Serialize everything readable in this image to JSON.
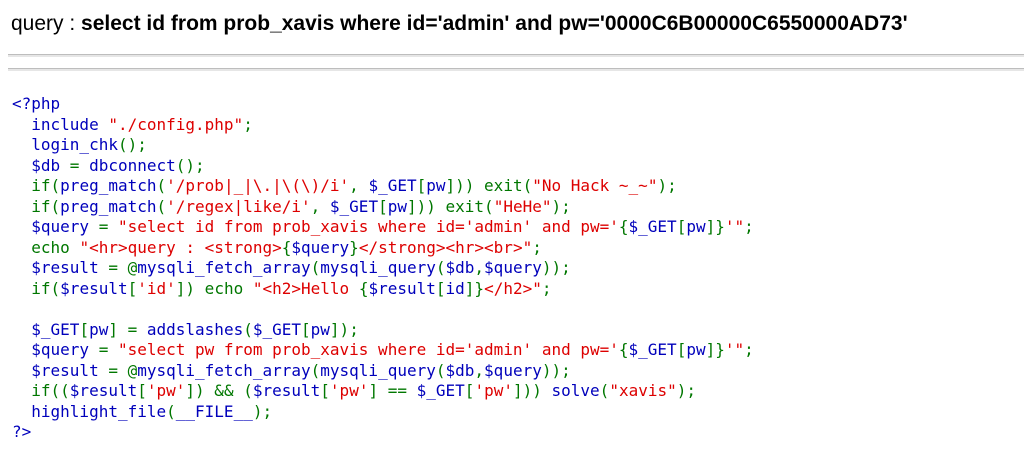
{
  "query_label": "query : ",
  "query_sql": "select id from prob_xavis where id='admin' and pw='0000C6B00000C6550000AD73'",
  "code_lines": [
    [
      {
        "c": "d",
        "t": "<?php"
      }
    ],
    [
      {
        "c": "d",
        "t": "  include "
      },
      {
        "c": "s",
        "t": "\"./config.php\""
      },
      {
        "c": "k",
        "t": ";"
      }
    ],
    [
      {
        "c": "d",
        "t": "  login_chk"
      },
      {
        "c": "k",
        "t": "();"
      }
    ],
    [
      {
        "c": "d",
        "t": "  $db "
      },
      {
        "c": "k",
        "t": "= "
      },
      {
        "c": "d",
        "t": "dbconnect"
      },
      {
        "c": "k",
        "t": "();"
      }
    ],
    [
      {
        "c": "k",
        "t": "  if("
      },
      {
        "c": "d",
        "t": "preg_match"
      },
      {
        "c": "k",
        "t": "("
      },
      {
        "c": "s",
        "t": "'/prob|_|\\.|\\(\\)/i'"
      },
      {
        "c": "k",
        "t": ", "
      },
      {
        "c": "d",
        "t": "$_GET"
      },
      {
        "c": "k",
        "t": "["
      },
      {
        "c": "d",
        "t": "pw"
      },
      {
        "c": "k",
        "t": "])) exit("
      },
      {
        "c": "s",
        "t": "\"No Hack ~_~\""
      },
      {
        "c": "k",
        "t": ");"
      }
    ],
    [
      {
        "c": "k",
        "t": "  if("
      },
      {
        "c": "d",
        "t": "preg_match"
      },
      {
        "c": "k",
        "t": "("
      },
      {
        "c": "s",
        "t": "'/regex|like/i'"
      },
      {
        "c": "k",
        "t": ", "
      },
      {
        "c": "d",
        "t": "$_GET"
      },
      {
        "c": "k",
        "t": "["
      },
      {
        "c": "d",
        "t": "pw"
      },
      {
        "c": "k",
        "t": "])) exit("
      },
      {
        "c": "s",
        "t": "\"HeHe\""
      },
      {
        "c": "k",
        "t": ");"
      }
    ],
    [
      {
        "c": "d",
        "t": "  $query "
      },
      {
        "c": "k",
        "t": "= "
      },
      {
        "c": "s",
        "t": "\"select id from prob_xavis where id='admin' and pw='"
      },
      {
        "c": "k",
        "t": "{"
      },
      {
        "c": "d",
        "t": "$_GET"
      },
      {
        "c": "k",
        "t": "["
      },
      {
        "c": "d",
        "t": "pw"
      },
      {
        "c": "k",
        "t": "]}"
      },
      {
        "c": "s",
        "t": "'\""
      },
      {
        "c": "k",
        "t": ";"
      }
    ],
    [
      {
        "c": "k",
        "t": "  echo "
      },
      {
        "c": "s",
        "t": "\"<hr>query : <strong>"
      },
      {
        "c": "k",
        "t": "{"
      },
      {
        "c": "d",
        "t": "$query"
      },
      {
        "c": "k",
        "t": "}"
      },
      {
        "c": "s",
        "t": "</strong><hr><br>\""
      },
      {
        "c": "k",
        "t": ";"
      }
    ],
    [
      {
        "c": "d",
        "t": "  $result "
      },
      {
        "c": "k",
        "t": "= @"
      },
      {
        "c": "d",
        "t": "mysqli_fetch_array"
      },
      {
        "c": "k",
        "t": "("
      },
      {
        "c": "d",
        "t": "mysqli_query"
      },
      {
        "c": "k",
        "t": "("
      },
      {
        "c": "d",
        "t": "$db"
      },
      {
        "c": "k",
        "t": ","
      },
      {
        "c": "d",
        "t": "$query"
      },
      {
        "c": "k",
        "t": "));"
      }
    ],
    [
      {
        "c": "k",
        "t": "  if("
      },
      {
        "c": "d",
        "t": "$result"
      },
      {
        "c": "k",
        "t": "["
      },
      {
        "c": "s",
        "t": "'id'"
      },
      {
        "c": "k",
        "t": "]) echo "
      },
      {
        "c": "s",
        "t": "\"<h2>Hello "
      },
      {
        "c": "k",
        "t": "{"
      },
      {
        "c": "d",
        "t": "$result"
      },
      {
        "c": "k",
        "t": "["
      },
      {
        "c": "d",
        "t": "id"
      },
      {
        "c": "k",
        "t": "]}"
      },
      {
        "c": "s",
        "t": "</h2>\""
      },
      {
        "c": "k",
        "t": ";"
      }
    ],
    [
      {
        "c": "d",
        "t": ""
      }
    ],
    [
      {
        "c": "d",
        "t": "  $_GET"
      },
      {
        "c": "k",
        "t": "["
      },
      {
        "c": "d",
        "t": "pw"
      },
      {
        "c": "k",
        "t": "] = "
      },
      {
        "c": "d",
        "t": "addslashes"
      },
      {
        "c": "k",
        "t": "("
      },
      {
        "c": "d",
        "t": "$_GET"
      },
      {
        "c": "k",
        "t": "["
      },
      {
        "c": "d",
        "t": "pw"
      },
      {
        "c": "k",
        "t": "]);"
      }
    ],
    [
      {
        "c": "d",
        "t": "  $query "
      },
      {
        "c": "k",
        "t": "= "
      },
      {
        "c": "s",
        "t": "\"select pw from prob_xavis where id='admin' and pw='"
      },
      {
        "c": "k",
        "t": "{"
      },
      {
        "c": "d",
        "t": "$_GET"
      },
      {
        "c": "k",
        "t": "["
      },
      {
        "c": "d",
        "t": "pw"
      },
      {
        "c": "k",
        "t": "]}"
      },
      {
        "c": "s",
        "t": "'\""
      },
      {
        "c": "k",
        "t": ";"
      }
    ],
    [
      {
        "c": "d",
        "t": "  $result "
      },
      {
        "c": "k",
        "t": "= @"
      },
      {
        "c": "d",
        "t": "mysqli_fetch_array"
      },
      {
        "c": "k",
        "t": "("
      },
      {
        "c": "d",
        "t": "mysqli_query"
      },
      {
        "c": "k",
        "t": "("
      },
      {
        "c": "d",
        "t": "$db"
      },
      {
        "c": "k",
        "t": ","
      },
      {
        "c": "d",
        "t": "$query"
      },
      {
        "c": "k",
        "t": "));"
      }
    ],
    [
      {
        "c": "k",
        "t": "  if(("
      },
      {
        "c": "d",
        "t": "$result"
      },
      {
        "c": "k",
        "t": "["
      },
      {
        "c": "s",
        "t": "'pw'"
      },
      {
        "c": "k",
        "t": "]) && ("
      },
      {
        "c": "d",
        "t": "$result"
      },
      {
        "c": "k",
        "t": "["
      },
      {
        "c": "s",
        "t": "'pw'"
      },
      {
        "c": "k",
        "t": "] == "
      },
      {
        "c": "d",
        "t": "$_GET"
      },
      {
        "c": "k",
        "t": "["
      },
      {
        "c": "s",
        "t": "'pw'"
      },
      {
        "c": "k",
        "t": "])) "
      },
      {
        "c": "d",
        "t": "solve"
      },
      {
        "c": "k",
        "t": "("
      },
      {
        "c": "s",
        "t": "\"xavis\""
      },
      {
        "c": "k",
        "t": ");"
      }
    ],
    [
      {
        "c": "d",
        "t": "  highlight_file"
      },
      {
        "c": "k",
        "t": "("
      },
      {
        "c": "d",
        "t": "__FILE__"
      },
      {
        "c": "k",
        "t": ");"
      }
    ],
    [
      {
        "c": "d",
        "t": "?>"
      }
    ]
  ],
  "colors": {
    "default": "#0000BB",
    "keyword": "#007700",
    "string": "#DD0000",
    "text": "#000000"
  }
}
